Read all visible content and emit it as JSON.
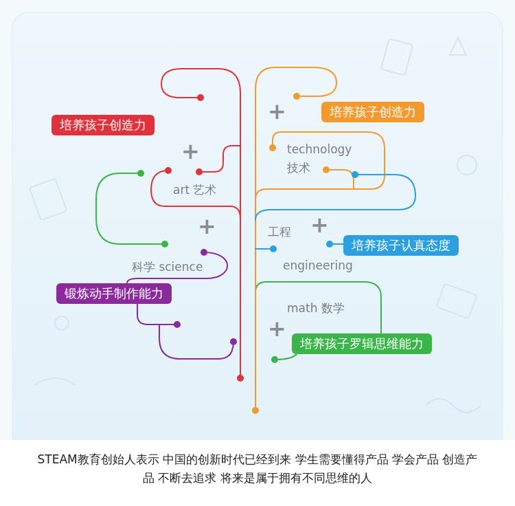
{
  "diagram": {
    "caption": "STEAM教育创始人表示 中国的创新时代已经到来 学生需要懂得产品 学会产品 创造产品 不断去追求 将来是属于拥有不同思维的人",
    "nodes": [
      {
        "text": [
          "培养孩子创造力"
        ]
      },
      {
        "text": [
          "培养孩子创造力"
        ]
      },
      {
        "text": [
          "培养孩子认真态度"
        ]
      },
      {
        "text": [
          "锻炼动手制作能力"
        ]
      },
      {
        "text": [
          "培养孩子罗辑思维能力"
        ]
      }
    ],
    "labels": [
      "+",
      "art 艺术",
      "+",
      "科学 science",
      "+",
      "technology",
      "技术",
      "+",
      "工程",
      "engineering",
      "math 数学",
      "+"
    ]
  }
}
